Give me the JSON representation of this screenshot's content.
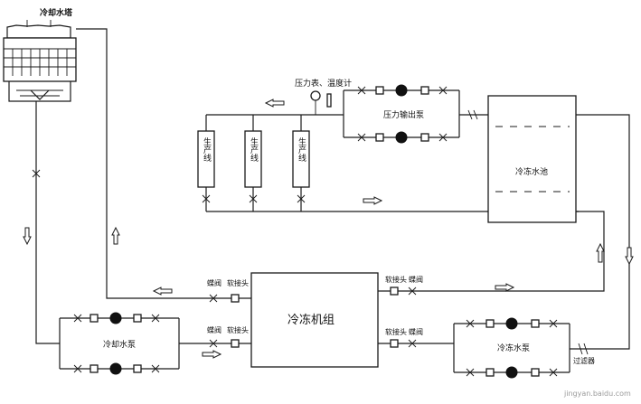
{
  "labels": {
    "cooling_tower": "冷却水塔",
    "gauge_label": "压力表、温度计",
    "pressure_pump": "压力输出泵",
    "production_line": "生产线",
    "cold_pool": "冷冻水池",
    "chiller_unit": "冷冻机组",
    "cooling_water_pump": "冷却水泵",
    "chilled_water_pump": "冷冻水泵",
    "butterfly_valve": "蝶阀",
    "soft_joint": "软接头",
    "filter": "过滤器",
    "watermark": "jingyan.baidu.com"
  },
  "colors": {
    "line": "#1a1a1a",
    "pump": "#111111",
    "watermark": "#9a9a9a"
  }
}
